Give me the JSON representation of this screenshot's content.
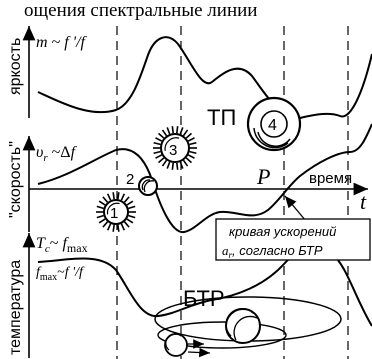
{
  "header_text": "ощения спектральные линии",
  "panels": {
    "brightness": {
      "axis_label": "яркость",
      "formula": {
        "lhs": "m",
        "rel": " ~ ",
        "rhs": "f '/f"
      }
    },
    "speed": {
      "axis_label": "\"скорость\"",
      "formula": {
        "lhs": "υ",
        "sub": "r",
        "rel": " ~Δ",
        "rhs": "f"
      },
      "time_label": "время",
      "axis_end_label": "t"
    },
    "temperature": {
      "axis_label": "температура",
      "formula1": {
        "lhs": "T",
        "sub": "c",
        "rel": "~ ",
        "rhs": "f",
        "rhs_sub": "max"
      },
      "formula2": {
        "lhs": "f",
        "sub": "max",
        "rel": "~",
        "rhs": "f '/f"
      }
    }
  },
  "labels": {
    "tp": "ТП",
    "btr": "БТР",
    "p": "P",
    "markers": [
      "1",
      "2",
      "3",
      "4"
    ]
  },
  "annotation": {
    "line1": "кривая ускорений",
    "line2_var": "a",
    "line2_sub": "r",
    "line2_rest": ", согласно БТР"
  },
  "colors": {
    "ink": "#000000",
    "background": "#ffffff"
  }
}
